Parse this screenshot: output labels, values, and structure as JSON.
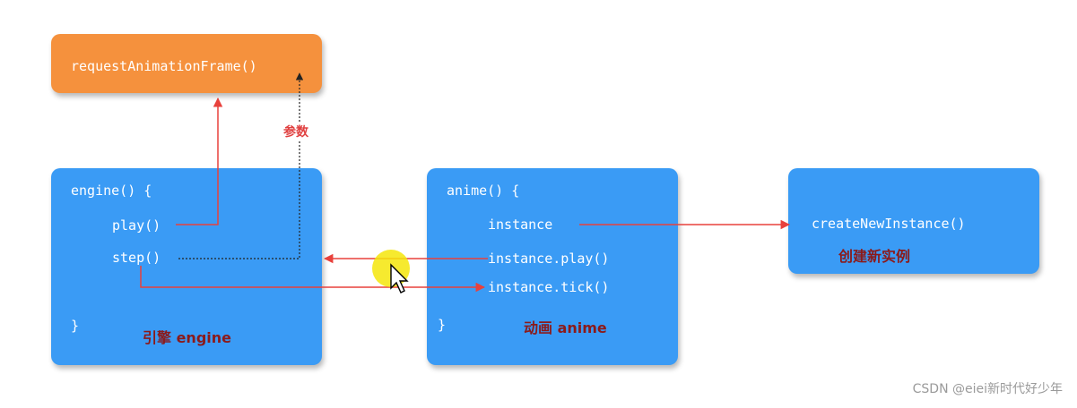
{
  "raf_box": {
    "code": "requestAnimationFrame()"
  },
  "engine_box": {
    "header": "engine() {",
    "play": "play()",
    "step": "step()",
    "close": "}",
    "caption": "引擎 engine"
  },
  "anime_box": {
    "header": "anime() {",
    "instance": "instance",
    "instance_play": "instance.play()",
    "instance_tick": "instance.tick()",
    "close": "}",
    "caption": "动画 anime"
  },
  "create_box": {
    "code": "createNewInstance()",
    "caption": "创建新实例"
  },
  "param_label": "参数",
  "watermark": "CSDN @eiei新时代好少年",
  "colors": {
    "box_blue": "#3a9bf5",
    "box_orange": "#f5913d",
    "arrow_red": "#e8413c",
    "caption_dark_red": "#8b1a1a",
    "cursor_highlight": "#f5e60a"
  }
}
